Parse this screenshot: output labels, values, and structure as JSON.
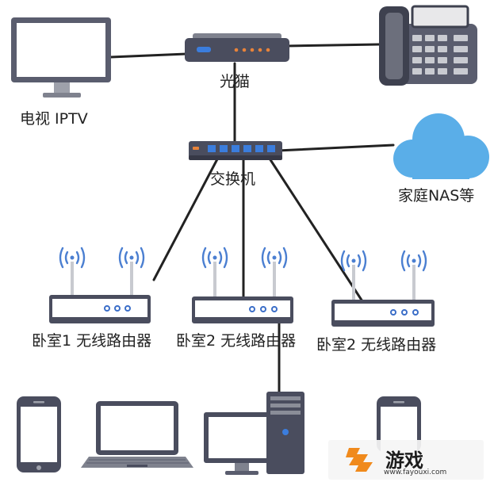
{
  "labels": {
    "modem": "光猫",
    "tv": "电视 IPTV",
    "switch": "交换机",
    "nas": "家庭NAS等",
    "router1": "卧室1 无线路由器",
    "router2": "卧室2 无线路由器",
    "router3": "卧室2 无线路由器"
  },
  "watermark": {
    "brand": "游戏",
    "url": "www.fayouxi.com"
  },
  "colors": {
    "device_dark": "#4a4d5e",
    "antenna_blue": "#4b7fd1",
    "cloud_blue": "#5aaee8",
    "line": "#222222"
  }
}
